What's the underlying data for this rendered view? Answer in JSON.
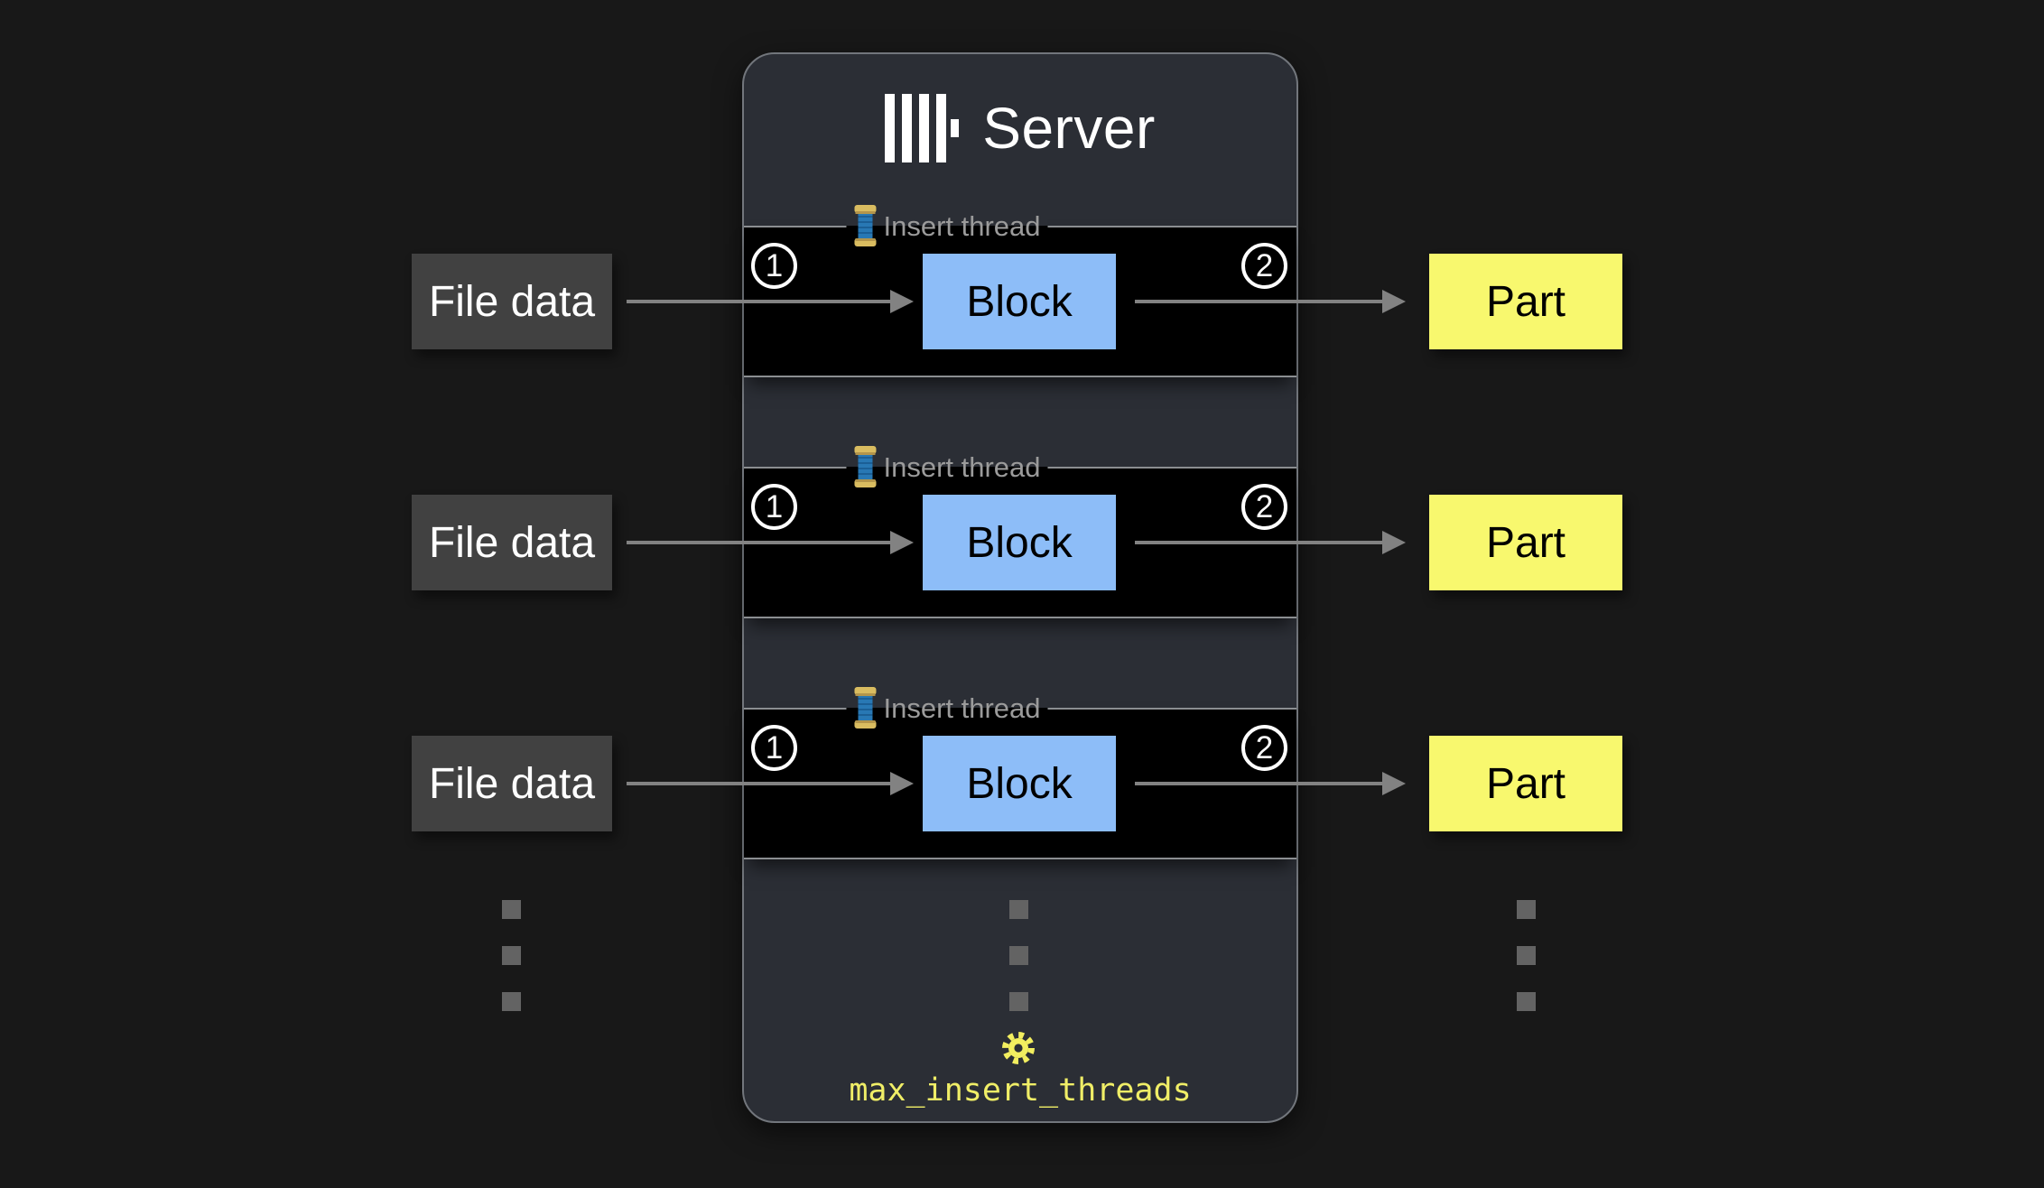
{
  "diagram": {
    "title": "Server",
    "setting_label": "max_insert_threads"
  },
  "rows": [
    {
      "source_label": "File data",
      "thread_label": "Insert thread",
      "step_in": "1",
      "block_label": "Block",
      "step_out": "2",
      "output_label": "Part"
    },
    {
      "source_label": "File data",
      "thread_label": "Insert thread",
      "step_in": "1",
      "block_label": "Block",
      "step_out": "2",
      "output_label": "Part"
    },
    {
      "source_label": "File data",
      "thread_label": "Insert thread",
      "step_in": "1",
      "block_label": "Block",
      "step_out": "2",
      "output_label": "Part"
    }
  ],
  "ellipsis": {
    "dot_count_per_column": 3,
    "columns": [
      "file-data-column",
      "insert-threads-column",
      "parts-column"
    ]
  },
  "colors": {
    "page_background": "#181818",
    "server_fill": "#2b2e35",
    "server_border": "#72767c",
    "thread_box_fill": "#000000",
    "thread_box_border": "#8b8e91",
    "block_fill": "#8dbdf8",
    "file_data_fill": "#414141",
    "part_fill": "#f8f86e",
    "arrow": "#828282",
    "setting_yellow": "#f0ee67",
    "legend_text": "#9b9b9b"
  }
}
